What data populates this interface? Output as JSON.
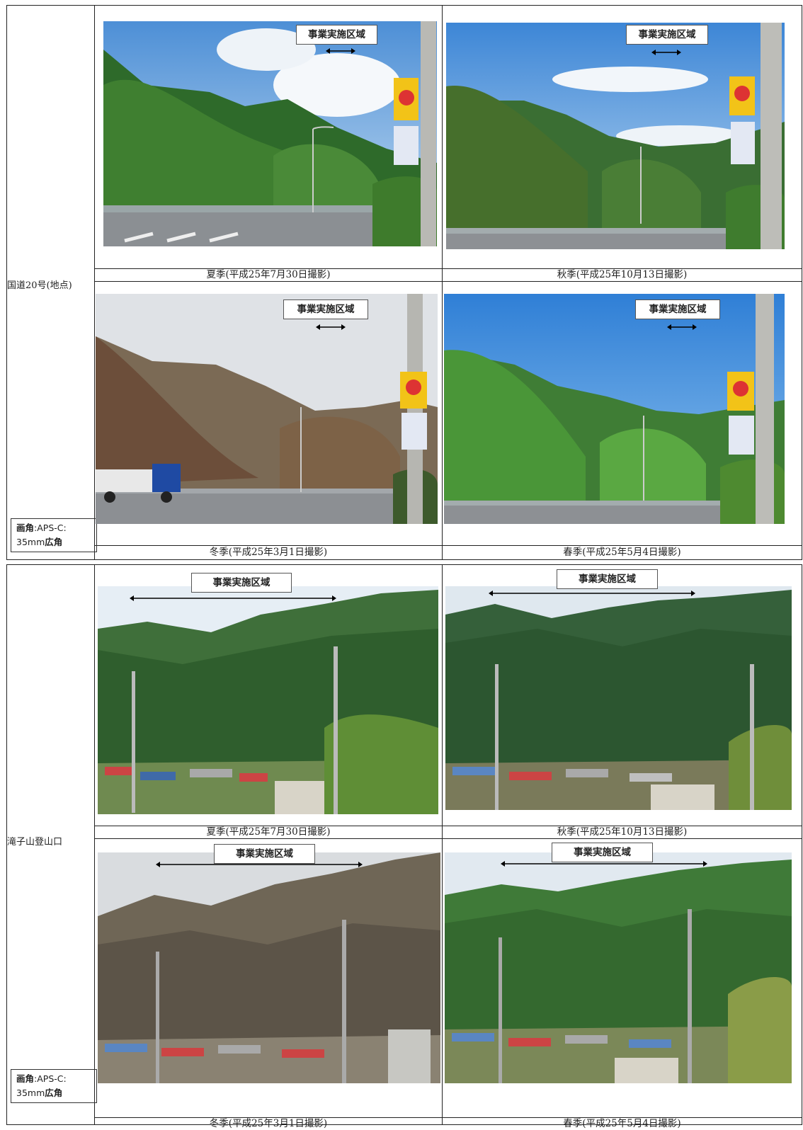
{
  "area_label": "事業実施区域",
  "view_angle": {
    "label": "画角",
    "value_line1": ":APS-C:",
    "value_line2_num": "35mm",
    "value_line2_text": "広角"
  },
  "panels": [
    {
      "location": "国道20号(地点)",
      "captions": [
        "夏季(平成25年7月30日撮影)",
        "秋季(平成25年10月13日撮影)",
        "冬季(平成25年3月1日撮影)",
        "春季(平成25年5月4日撮影)"
      ]
    },
    {
      "location": "滝子山登山口",
      "captions": [
        "夏季(平成25年7月30日撮影)",
        "秋季(平成25年10月13日撮影)",
        "冬季(平成25年3月1日撮影)",
        "春季(平成25年5月4日撮影)"
      ]
    }
  ],
  "scene_colors": {
    "summer_sky": "#7fb0e0",
    "autumn_sky": "#6fa8e0",
    "winter_sky": "#d7dde3",
    "spring_sky": "#5f9fe0",
    "summer_forest": "#2f6a2a",
    "autumn_forest": "#3d6b30",
    "winter_forest": "#7a5a42",
    "spring_forest": "#3f8a32"
  }
}
